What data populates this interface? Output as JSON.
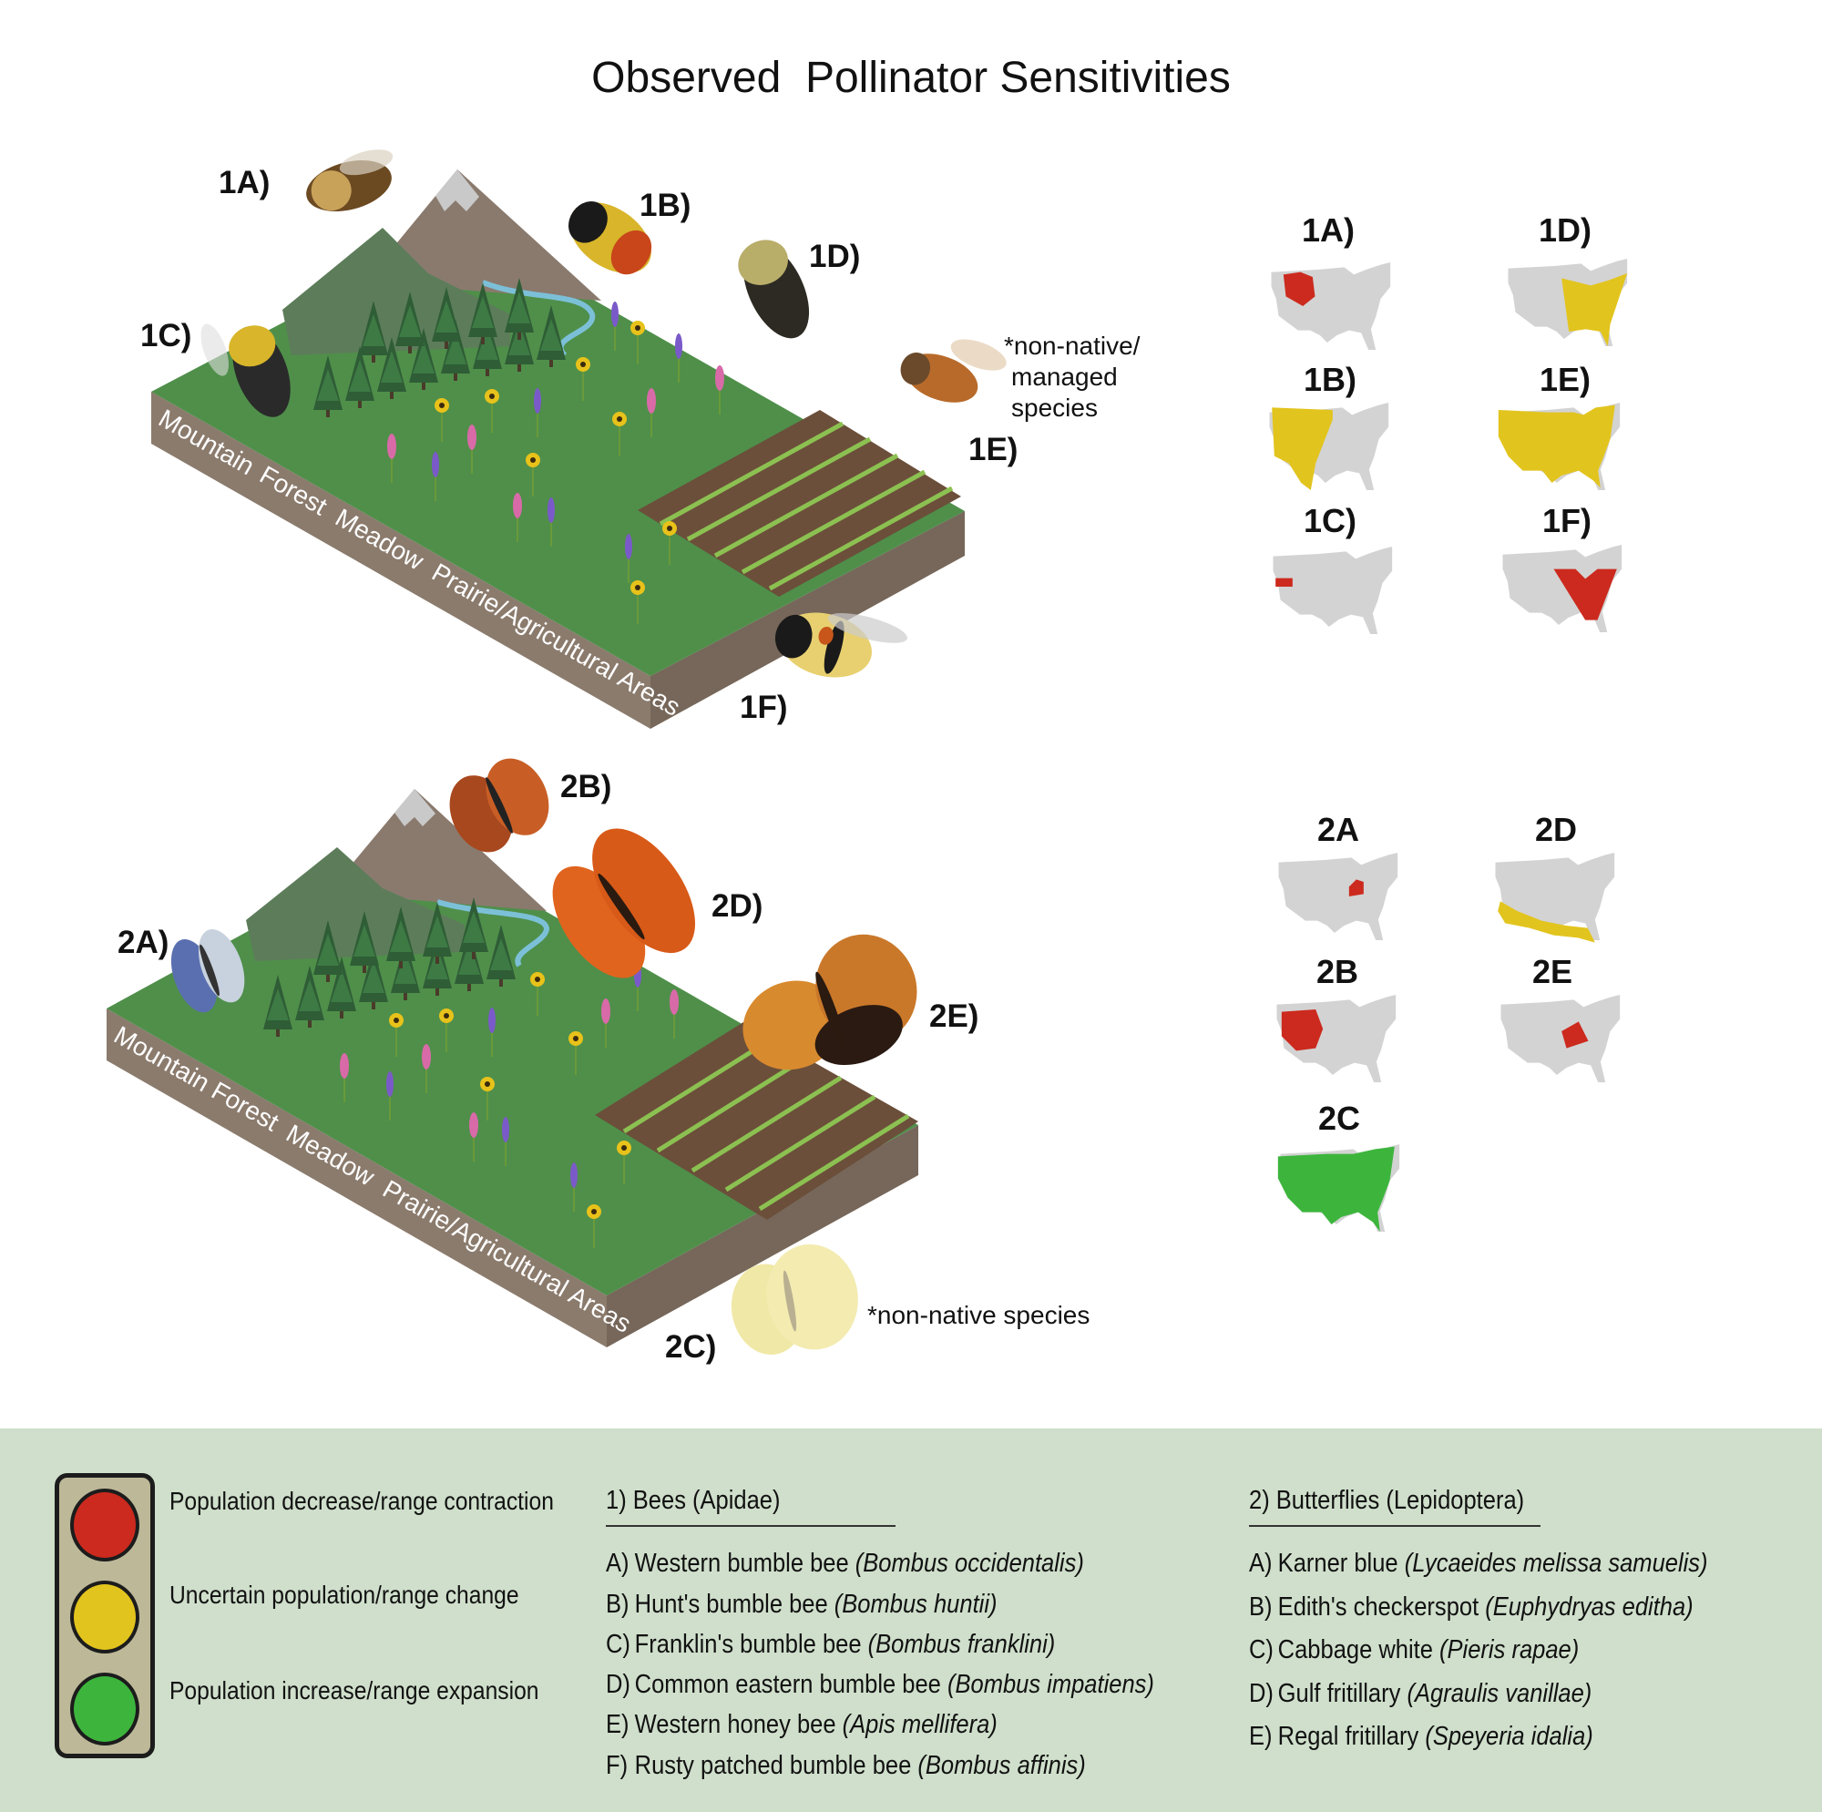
{
  "title": "Observed  Pollinator Sensitivities",
  "colors": {
    "decrease": "#cc2a1e",
    "uncertain": "#e2c41e",
    "increase": "#3db53d",
    "map_base": "#d3d3d3",
    "legend_bg": "#cfdfcb",
    "soil": "#8b7b6d",
    "grass": "#4f8f4a"
  },
  "terrain_labels": [
    "Mountain",
    "Forest",
    "Meadow",
    "Prairie/Agricultural Areas"
  ],
  "bees_diagram": {
    "labels": {
      "a": "1A)",
      "b": "1B)",
      "c": "1C)",
      "d": "1D)",
      "e": "1E)",
      "f": "1F)"
    },
    "note": [
      "*non-native/",
      "managed",
      "species"
    ]
  },
  "butterflies_diagram": {
    "labels": {
      "a": "2A)",
      "b": "2B)",
      "c": "2C)",
      "d": "2D)",
      "e": "2E)"
    },
    "note": "*non-native species"
  },
  "maps": {
    "bees": [
      {
        "label": "1A)",
        "status": "decrease"
      },
      {
        "label": "1B)",
        "status": "uncertain"
      },
      {
        "label": "1C)",
        "status": "decrease"
      },
      {
        "label": "1D)",
        "status": "uncertain"
      },
      {
        "label": "1E)",
        "status": "uncertain"
      },
      {
        "label": "1F)",
        "status": "decrease"
      }
    ],
    "butterflies": [
      {
        "label": "2A",
        "status": "decrease"
      },
      {
        "label": "2B",
        "status": "decrease"
      },
      {
        "label": "2C",
        "status": "increase"
      },
      {
        "label": "2D",
        "status": "uncertain"
      },
      {
        "label": "2E",
        "status": "decrease"
      }
    ]
  },
  "legend": {
    "traffic_light": [
      {
        "status": "decrease",
        "text": "Population decrease/range contraction"
      },
      {
        "status": "uncertain",
        "text": "Uncertain population/range change"
      },
      {
        "status": "increase",
        "text": "Population increase/range expansion"
      }
    ],
    "bees": {
      "heading": "1) Bees (Apidae)",
      "items": [
        {
          "letter": "A)",
          "common": "Western bumble bee",
          "latin": "(Bombus occidentalis)"
        },
        {
          "letter": "B)",
          "common": "Hunt's bumble bee",
          "latin": "(Bombus huntii)"
        },
        {
          "letter": "C)",
          "common": "Franklin's bumble bee",
          "latin": "(Bombus franklini)"
        },
        {
          "letter": "D)",
          "common": "Common eastern bumble bee",
          "latin": "(Bombus impatiens)"
        },
        {
          "letter": "E)",
          "common": "Western honey bee",
          "latin": "(Apis mellifera)"
        },
        {
          "letter": "F)",
          "common": "Rusty patched bumble bee",
          "latin": "(Bombus affinis)"
        }
      ]
    },
    "butterflies": {
      "heading": "2) Butterflies (Lepidoptera)",
      "items": [
        {
          "letter": "A)",
          "common": "Karner blue",
          "latin": "(Lycaeides melissa samuelis)"
        },
        {
          "letter": "B)",
          "common": "Edith's checkerspot",
          "latin": "(Euphydryas editha)"
        },
        {
          "letter": "C)",
          "common": "Cabbage white",
          "latin": "(Pieris rapae)"
        },
        {
          "letter": "D)",
          "common": "Gulf fritillary",
          "latin": "(Agraulis vanillae)"
        },
        {
          "letter": "E)",
          "common": "Regal fritillary",
          "latin": "(Speyeria idalia)"
        }
      ]
    }
  }
}
